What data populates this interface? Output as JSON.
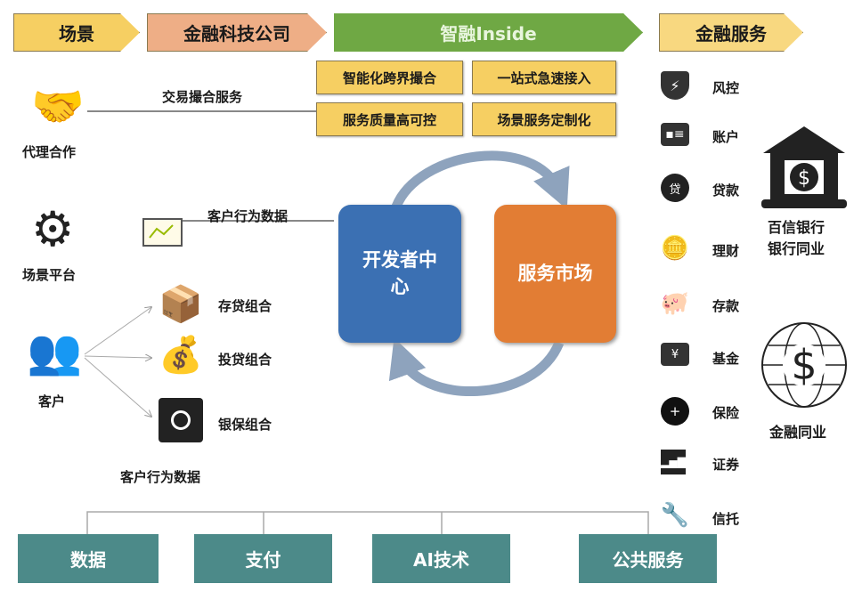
{
  "header": [
    "场景",
    "金融科技公司",
    "智融Inside",
    "金融服务"
  ],
  "features": [
    "智能化跨界撮合",
    "一站式急速接入",
    "服务质量高可控",
    "场景服务定制化"
  ],
  "left": {
    "agent": "代理合作",
    "match_service": "交易撮合服务",
    "platform": "场景平台",
    "behavior_data_1": "客户行为数据",
    "customer": "客户",
    "combos": [
      "存贷组合",
      "投贷组合",
      "银保组合"
    ],
    "behavior_data_2": "客户行为数据"
  },
  "center": {
    "developer": "开发者中心",
    "market": "服务市场"
  },
  "bottom": [
    "数据",
    "支付",
    "AI技术",
    "公共服务"
  ],
  "services": [
    "风控",
    "账户",
    "贷款",
    "理财",
    "存款",
    "基金",
    "保险",
    "证券",
    "信托"
  ],
  "partners": {
    "bank_line1": "百信银行",
    "bank_line2": "银行同业",
    "finance": "金融同业"
  },
  "colors": {
    "yellow": "#f6cf62",
    "salmon": "#eeae86",
    "green": "#6fa844",
    "blue": "#3b70b3",
    "orange": "#e27d34",
    "teal": "#4c8a89"
  }
}
